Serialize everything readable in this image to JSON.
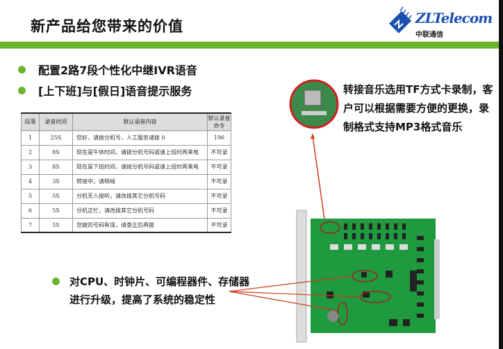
{
  "slide": {
    "title": "新产品给您带来的价值"
  },
  "logo": {
    "brand": "ZLTelecom",
    "brand_cn": "中联通信",
    "color": "#1a4fb0"
  },
  "bullets": [
    "配置2路7段个性化中继IVR语音",
    "[上下班]与[假日]语音提示服务"
  ],
  "table": {
    "headers": [
      "段落",
      "录音时间",
      "默认语音内容",
      "默认录音命令"
    ],
    "rows": [
      [
        "1",
        "25S",
        "您好，请拨分机号，人工服务请拨 0",
        "196"
      ],
      [
        "2",
        "8S",
        "现在是午休时间，请拨分机号码或请上班时再来电",
        "不可录"
      ],
      [
        "3",
        "8S",
        "现在是下班时间，请拨分机号码或请上班时再来电",
        "不可录"
      ],
      [
        "4",
        "3S",
        "转接中，请稍候",
        "不可录"
      ],
      [
        "5",
        "5S",
        "分机无人接听，请改拨其它分机号码",
        "不可录"
      ],
      [
        "6",
        "5S",
        "分机正忙，请改拨其它分机号码",
        "不可录"
      ],
      [
        "7",
        "5S",
        "您拨的号码有误，请查正后再拨",
        "不可录"
      ]
    ]
  },
  "callout_tf": "转接音乐选用TF方式卡录制，客户可以根据需要方便的更换，录制格式支持MP3格式音乐",
  "callout_cpu": "对CPU、时钟片、可编程器件、存储器进行升级，提高了系统的稳定性",
  "colors": {
    "accent": "#6cb52f",
    "arrow": "#d03a1a"
  }
}
